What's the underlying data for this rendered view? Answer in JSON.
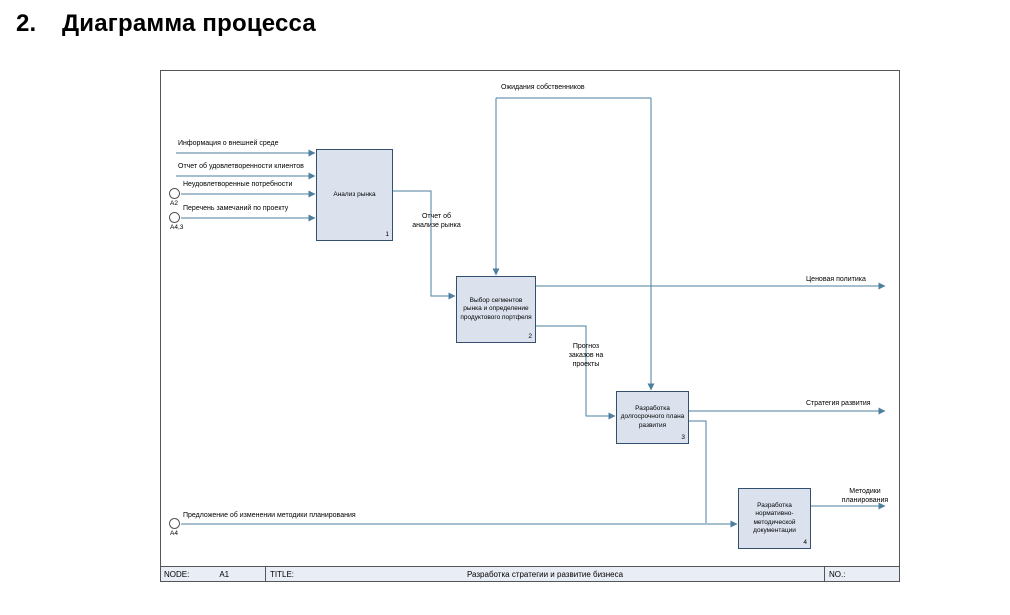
{
  "page": {
    "heading_number": "2.",
    "heading_title": "Диаграмма процесса"
  },
  "diagram": {
    "boxes": [
      {
        "label": "Анализ рынка",
        "num": "1"
      },
      {
        "label": "Выбор сегментов рынка и определение продуктового портфеля",
        "num": "2"
      },
      {
        "label": "Разработка долгосрочного плана развития",
        "num": "3"
      },
      {
        "label": "Разработка нормативно-методической документации",
        "num": "4"
      }
    ],
    "flows": {
      "owners": "Ожидания собственников",
      "external_info": "Информация о внешней среде",
      "client_satisfaction": "Отчет об удовлетворенности клиентов",
      "unmet_needs": "Неудовлетворенные потребности",
      "unmet_needs_ref": "А2",
      "project_remarks": "Перечень замечаний по проекту",
      "project_remarks_ref": "А4,3",
      "market_report": "Отчет об анализе рынка",
      "pricing_policy": "Ценовая политика",
      "order_forecast": "Прогноз заказов на проекты",
      "strategy": "Стратегия развития",
      "planning_methods": "Методики планирования",
      "change_proposal": "Предложение об изменении методики планирования",
      "change_proposal_ref": "А4"
    },
    "footer": {
      "node_label": "NODE:",
      "node_value": "A1",
      "title_label": "TITLE:",
      "title_value": "Разработка стратегии и развитие бизнеса",
      "no_label": "NO.:"
    }
  },
  "colors": {
    "box_fill": "#dbe2ee",
    "box_border": "#33506e",
    "connector_line": "#4e7f9e",
    "footer_fill": "#e9edf5"
  }
}
